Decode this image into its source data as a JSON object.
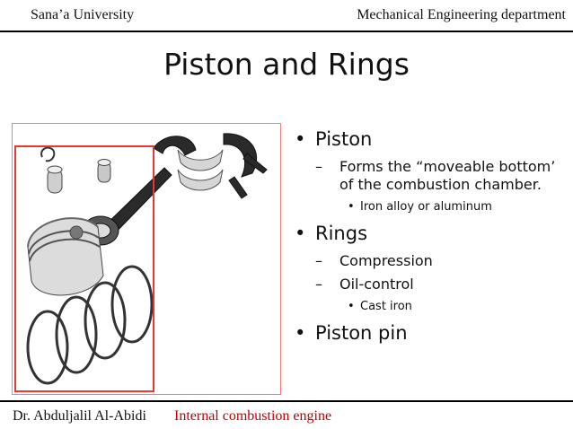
{
  "header": {
    "left": "Sana’a University",
    "right": "Mechanical  Engineering department"
  },
  "title": "Piston and Rings",
  "bullets": [
    {
      "level": 1,
      "text": "Piston"
    },
    {
      "level": 2,
      "text": "Forms the “moveable bottom’ of the combustion chamber."
    },
    {
      "level": 3,
      "text": "Iron alloy or aluminum"
    },
    {
      "level": 1,
      "text": "Rings"
    },
    {
      "level": 2,
      "text": "Compression"
    },
    {
      "level": 2,
      "text": "Oil-control"
    },
    {
      "level": 3,
      "text": "Cast iron"
    },
    {
      "level": 1,
      "text": "Piston pin"
    }
  ],
  "footer": {
    "author": "Dr. Abduljalil Al-Abidi",
    "course": "Internal combustion engine"
  },
  "colors": {
    "frame": "#e53935",
    "course": "#c00000"
  }
}
